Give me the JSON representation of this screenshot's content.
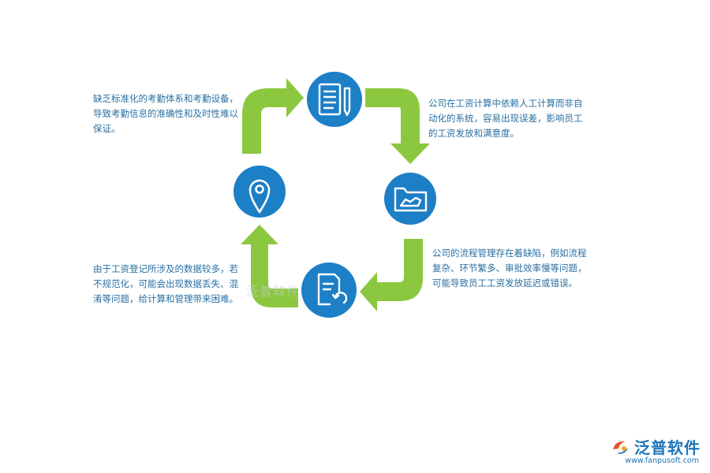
{
  "nodes": [
    {
      "id": "top",
      "icon": "document-pencil-icon"
    },
    {
      "id": "right",
      "icon": "folder-icon"
    },
    {
      "id": "bottom",
      "icon": "document-refresh-icon"
    },
    {
      "id": "left",
      "icon": "location-pin-icon"
    }
  ],
  "notes": {
    "top_left": "缺乏标准化的考勤体系和考勤设备，导致考勤信息的准确性和及时性难以保证。",
    "top_right": "公司在工资计算中依赖人工计算而非自动化的系统，容易出现误差，影响员工的工资发放和满意度。",
    "bottom_right": "公司的流程管理存在着缺陷，例如流程复杂、环节繁多、审批效率慢等问题，可能导致员工工资发放延迟或错误。",
    "bottom_left": "由于工资登记所涉及的数据较多，若不规范化，可能会出现数据丢失、混淆等问题，给计算和管理带来困难。"
  },
  "watermark": "泛普软件",
  "brand": {
    "name": "泛普软件",
    "url": "www.fanpusoft.com"
  },
  "colors": {
    "circle": "#1d7fc6",
    "arrow": "#8cc83f",
    "text": "#2a6fa1",
    "brand": "#1d75b8"
  }
}
